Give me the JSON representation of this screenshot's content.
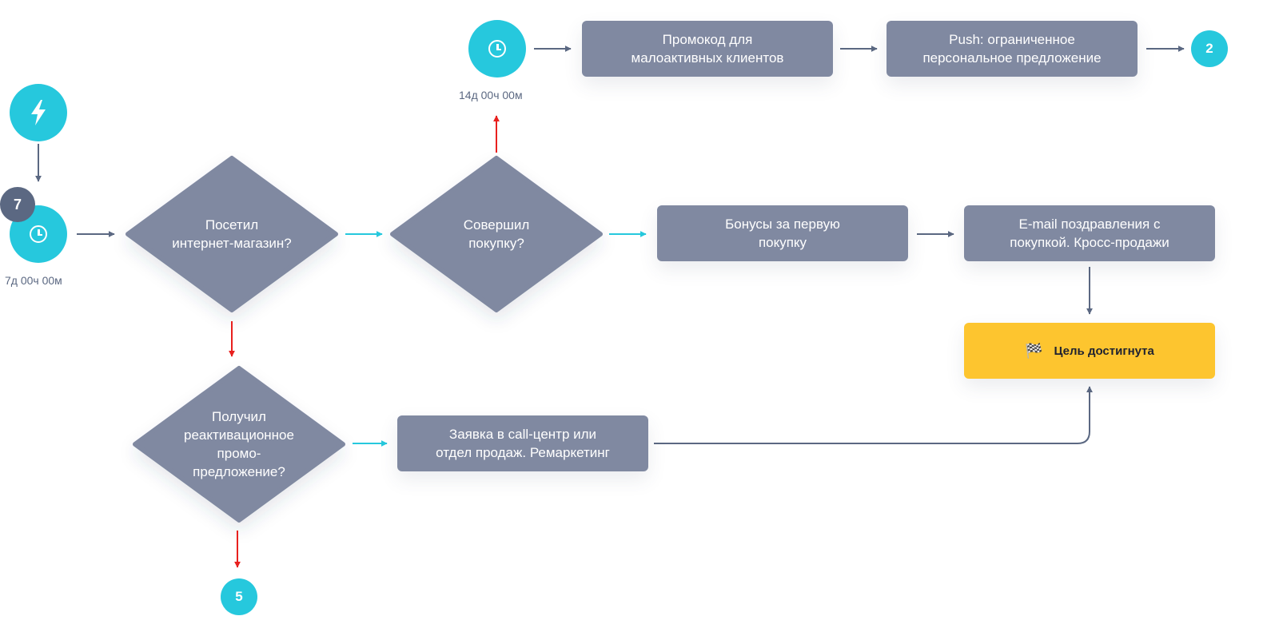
{
  "colors": {
    "node": "#8089a1",
    "accent": "#26c8dd",
    "badge": "#5b6882",
    "goal": "#fdc52f",
    "arrow_default": "#5b6882",
    "arrow_yes": "#26c8dd",
    "arrow_no": "#e8201e"
  },
  "start": {
    "icon": "lightning-icon"
  },
  "timers": {
    "first": {
      "icon": "clock-icon",
      "label": "7д 00ч 00м",
      "badge": "7"
    },
    "second": {
      "icon": "clock-icon",
      "label": "14д 00ч 00м"
    }
  },
  "decisions": {
    "visited": "Посетил\nинтернет-магазин?",
    "purchased": "Совершил\nпокупку?",
    "promo": "Получил\nреактивационное\nпромо-\nпредложение?"
  },
  "actions": {
    "promocode": "Промокод для\nмалоактивных клиентов",
    "push": "Push: ограниченное\nперсональное предложение",
    "bonuses": "Бонусы за первую\nпокупку",
    "email": "E-mail поздравления с\nпокупкой. Кросс-продажи",
    "callcenter": "Заявка в call-центр или\nотдел продаж. Ремаркетинг"
  },
  "goal": {
    "icon": "checkered-flag-icon",
    "label": "Цель достигнута"
  },
  "exits": {
    "top": "2",
    "bottom": "5"
  }
}
